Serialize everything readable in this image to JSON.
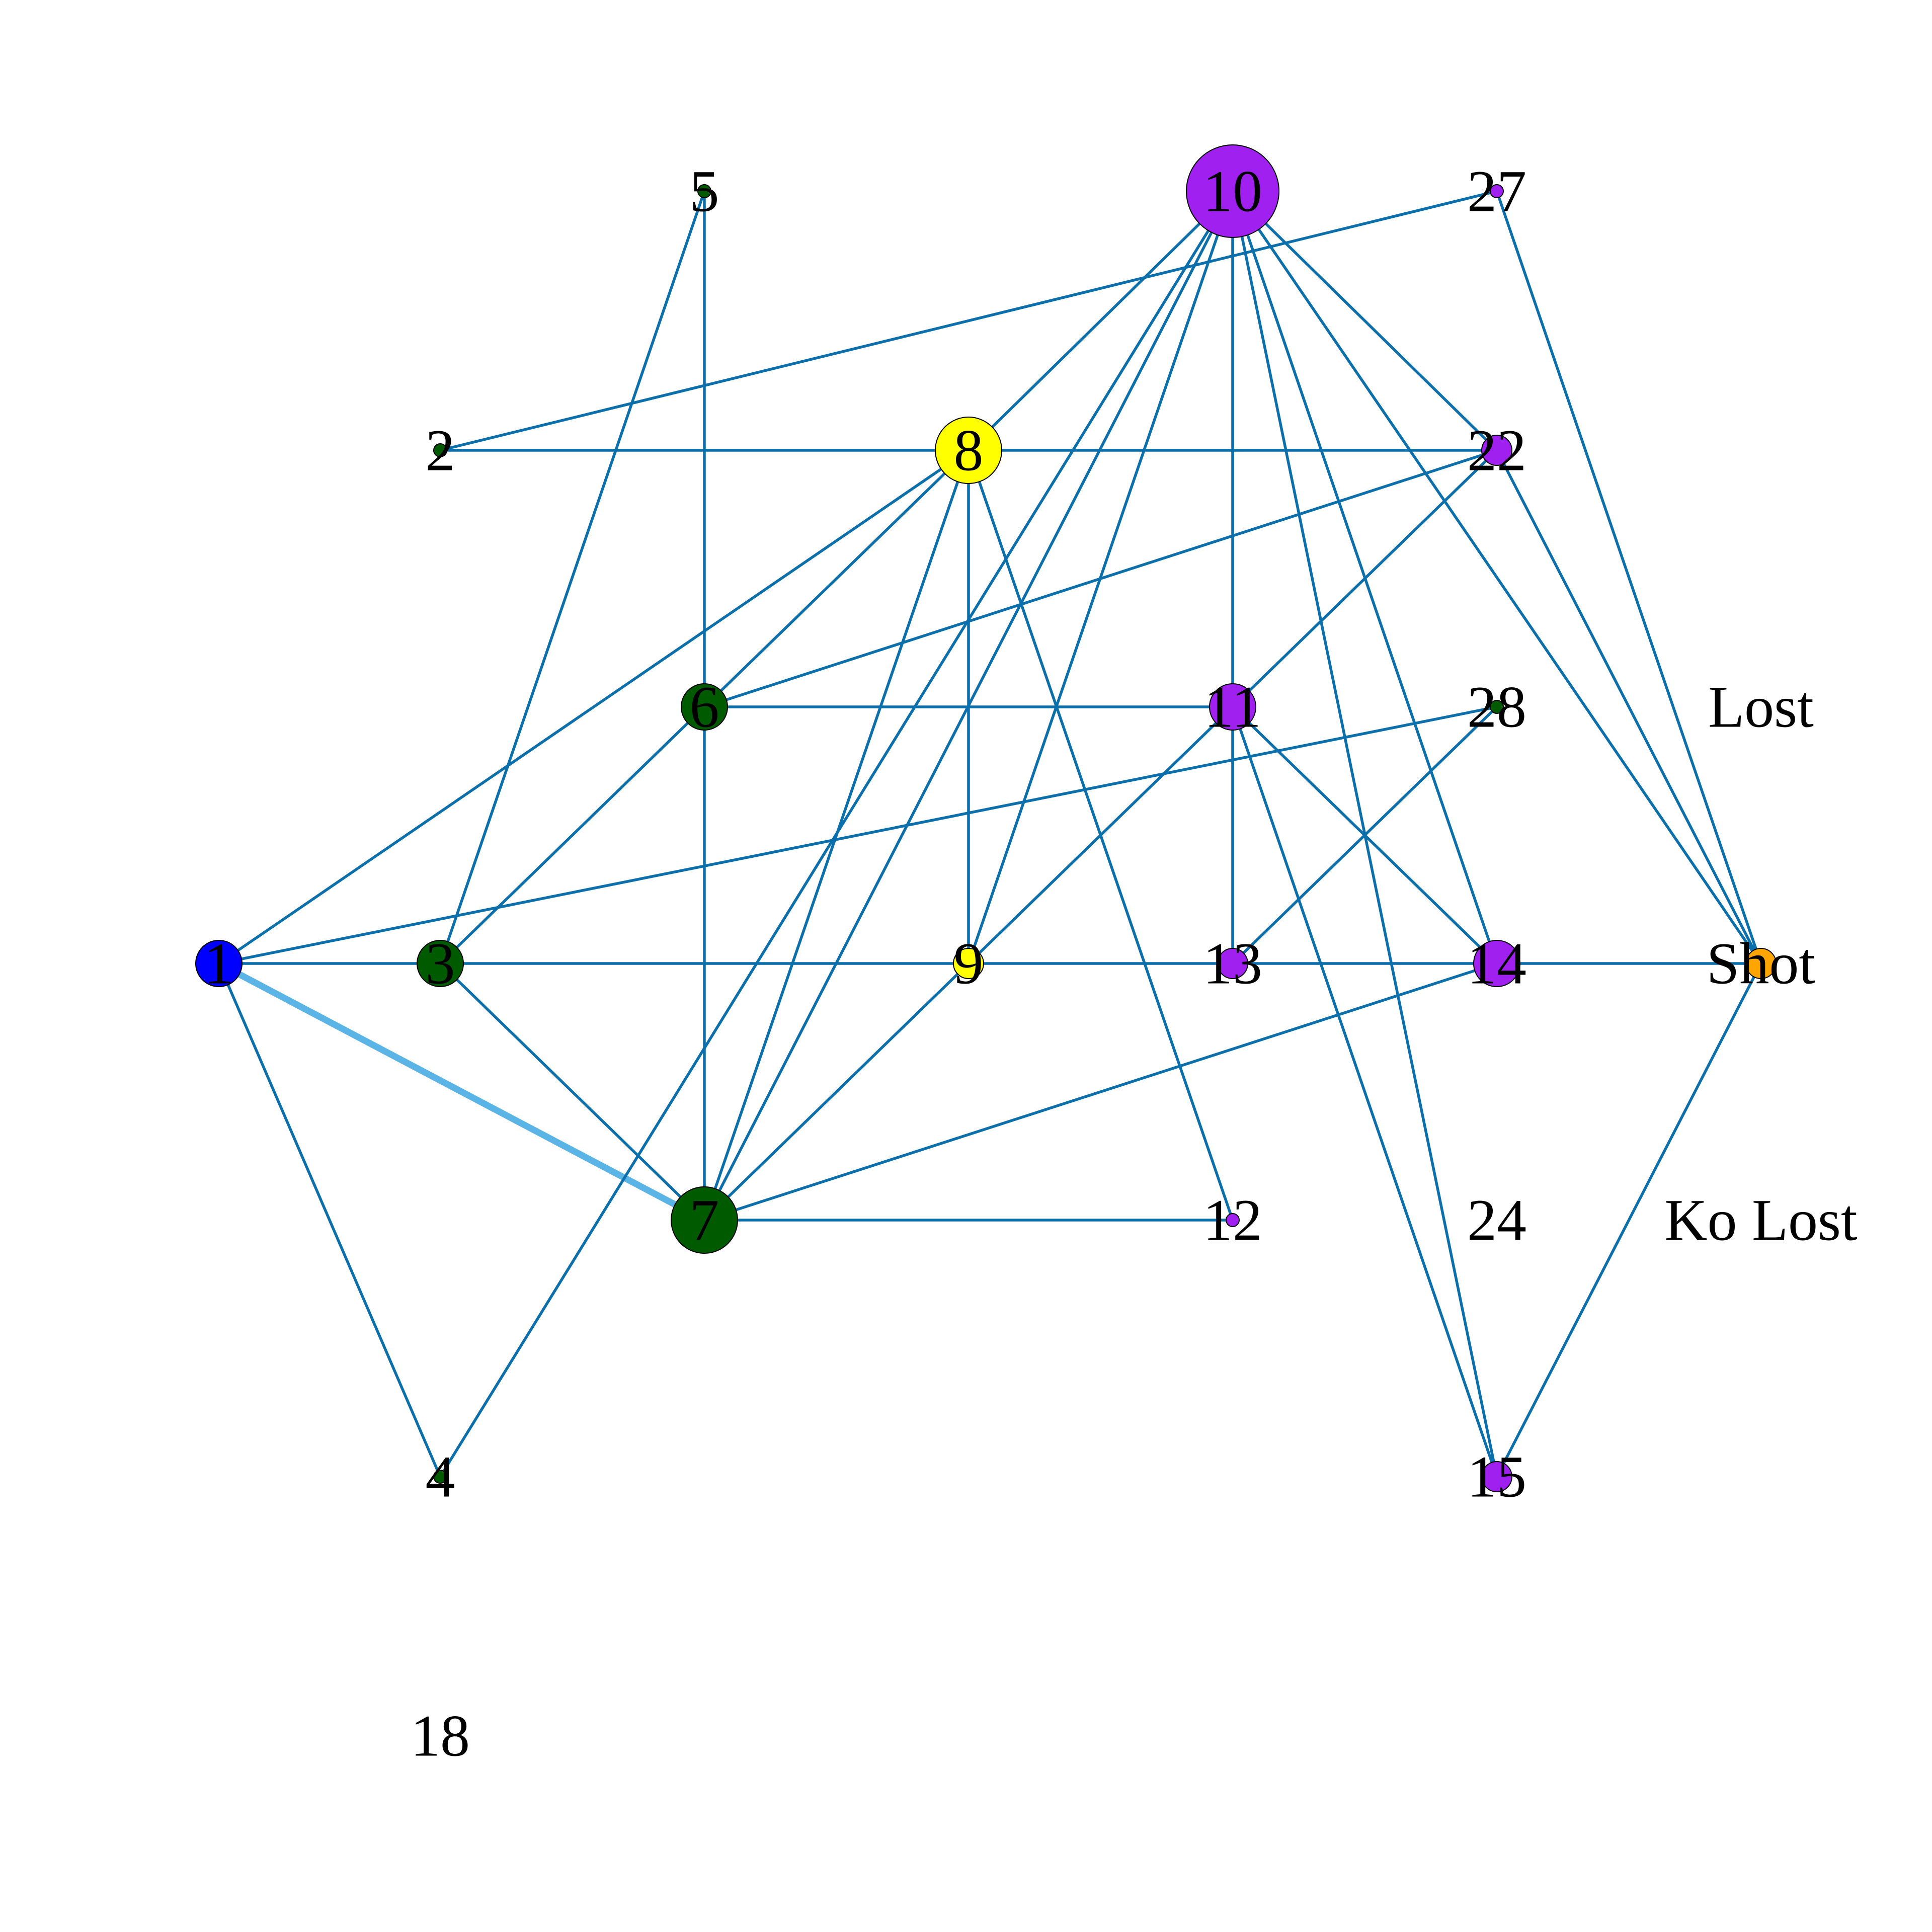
{
  "colors": {
    "edge": "#0a6faa",
    "edge_heavy": "#5ab4e5",
    "blue": "#0000ff",
    "green": "#005a00",
    "yellow": "#ffff00",
    "purple": "#a020f0",
    "orange": "#ffa500"
  },
  "nodes": [
    {
      "id": "1",
      "label": "1",
      "color": "blue",
      "size": "medium"
    },
    {
      "id": "2",
      "label": "2",
      "color": "green",
      "size": "tiny"
    },
    {
      "id": "3",
      "label": "3",
      "color": "green",
      "size": "medium"
    },
    {
      "id": "4",
      "label": "4",
      "color": "green",
      "size": "tiny"
    },
    {
      "id": "5",
      "label": "5",
      "color": "green",
      "size": "tiny"
    },
    {
      "id": "6",
      "label": "6",
      "color": "green",
      "size": "medium"
    },
    {
      "id": "7",
      "label": "7",
      "color": "green",
      "size": "large"
    },
    {
      "id": "8",
      "label": "8",
      "color": "yellow",
      "size": "large"
    },
    {
      "id": "9",
      "label": "9",
      "color": "yellow",
      "size": "small"
    },
    {
      "id": "10",
      "label": "10",
      "color": "purple",
      "size": "xlarge"
    },
    {
      "id": "11",
      "label": "11",
      "color": "purple",
      "size": "medium"
    },
    {
      "id": "12",
      "label": "12",
      "color": "purple",
      "size": "tiny"
    },
    {
      "id": "13",
      "label": "13",
      "color": "purple",
      "size": "small"
    },
    {
      "id": "14",
      "label": "14",
      "color": "purple",
      "size": "medium"
    },
    {
      "id": "15",
      "label": "15",
      "color": "purple",
      "size": "small"
    },
    {
      "id": "18",
      "label": "18",
      "color": null,
      "size": "none"
    },
    {
      "id": "22",
      "label": "22",
      "color": "purple",
      "size": "small"
    },
    {
      "id": "24",
      "label": "24",
      "color": null,
      "size": "none"
    },
    {
      "id": "27",
      "label": "27",
      "color": "purple",
      "size": "tiny"
    },
    {
      "id": "28",
      "label": "28",
      "color": "green",
      "size": "tiny"
    },
    {
      "id": "lost",
      "label": "Lost",
      "color": null,
      "size": "none"
    },
    {
      "id": "shot",
      "label": "Shot",
      "color": "orange",
      "size": "small"
    },
    {
      "id": "kolost",
      "label": "Ko Lost",
      "color": null,
      "size": "none"
    }
  ],
  "edges": [
    {
      "from": "1",
      "to": "3"
    },
    {
      "from": "1",
      "to": "4"
    },
    {
      "from": "1",
      "to": "7",
      "weight": "heavy"
    },
    {
      "from": "1",
      "to": "8"
    },
    {
      "from": "1",
      "to": "28"
    },
    {
      "from": "2",
      "to": "8"
    },
    {
      "from": "2",
      "to": "27"
    },
    {
      "from": "3",
      "to": "5"
    },
    {
      "from": "3",
      "to": "6"
    },
    {
      "from": "3",
      "to": "7"
    },
    {
      "from": "3",
      "to": "9"
    },
    {
      "from": "4",
      "to": "10"
    },
    {
      "from": "5",
      "to": "7"
    },
    {
      "from": "6",
      "to": "8"
    },
    {
      "from": "6",
      "to": "11"
    },
    {
      "from": "6",
      "to": "22"
    },
    {
      "from": "7",
      "to": "8"
    },
    {
      "from": "7",
      "to": "9"
    },
    {
      "from": "7",
      "to": "10"
    },
    {
      "from": "7",
      "to": "12"
    },
    {
      "from": "7",
      "to": "14"
    },
    {
      "from": "8",
      "to": "9"
    },
    {
      "from": "8",
      "to": "10"
    },
    {
      "from": "8",
      "to": "12"
    },
    {
      "from": "8",
      "to": "22"
    },
    {
      "from": "9",
      "to": "10"
    },
    {
      "from": "9",
      "to": "11"
    },
    {
      "from": "9",
      "to": "14"
    },
    {
      "from": "10",
      "to": "13"
    },
    {
      "from": "10",
      "to": "14"
    },
    {
      "from": "10",
      "to": "15"
    },
    {
      "from": "10",
      "to": "22"
    },
    {
      "from": "10",
      "to": "shot"
    },
    {
      "from": "11",
      "to": "14"
    },
    {
      "from": "11",
      "to": "15"
    },
    {
      "from": "11",
      "to": "22"
    },
    {
      "from": "13",
      "to": "28"
    },
    {
      "from": "14",
      "to": "shot"
    },
    {
      "from": "15",
      "to": "shot"
    },
    {
      "from": "22",
      "to": "shot"
    },
    {
      "from": "27",
      "to": "shot"
    }
  ]
}
